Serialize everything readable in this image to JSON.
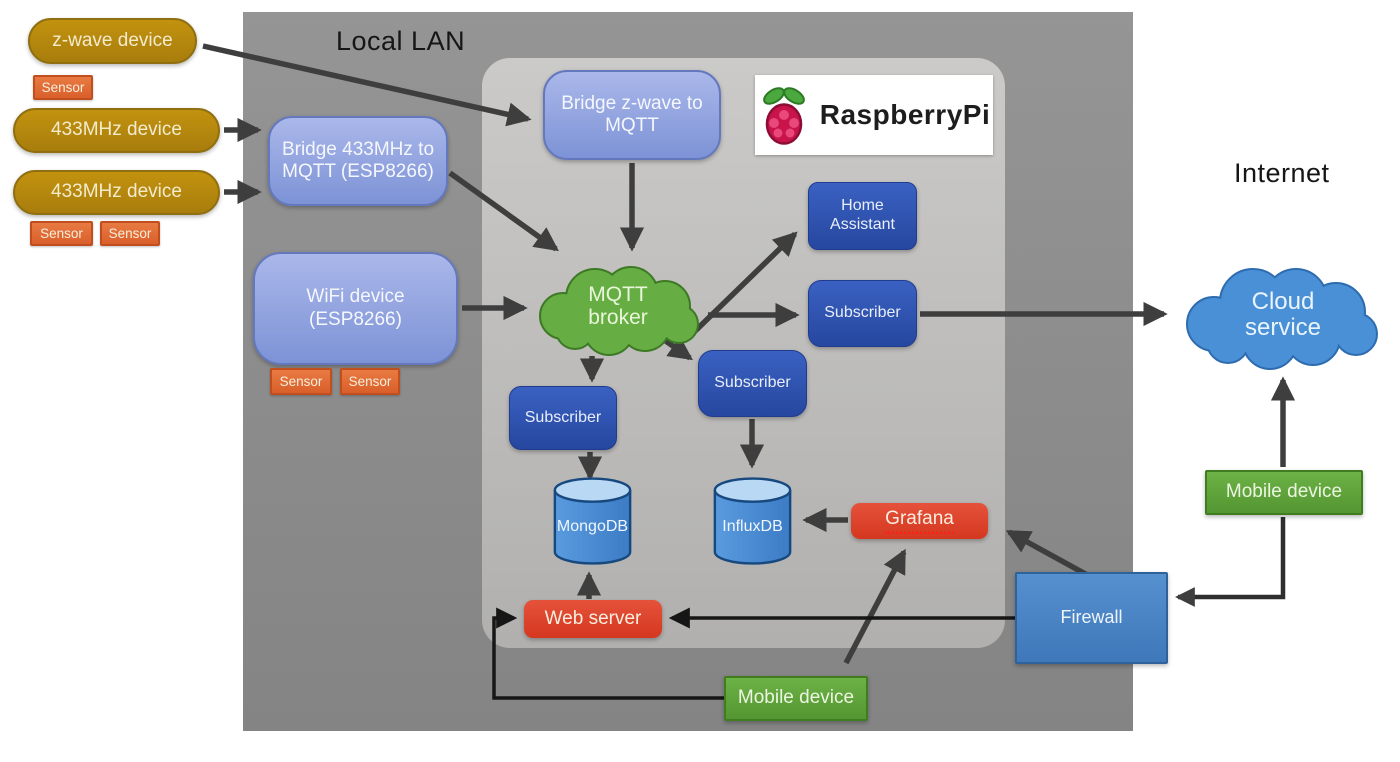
{
  "labels": {
    "local_lan": "Local LAN",
    "internet": "Internet"
  },
  "nodes": {
    "zwave_device": "z-wave device",
    "sensor_badge": "Sensor",
    "mhz433_device": "433MHz device",
    "bridge_433": "Bridge 433MHz to\nMQTT (ESP8266)",
    "wifi_device": "WiFi device\n(ESP8266)",
    "bridge_zwave": "Bridge z-wave to\nMQTT",
    "raspberry_pi": "RaspberryPi",
    "home_assistant": "Home\nAssistant",
    "mqtt_broker": "MQTT\nbroker",
    "subscriber": "Subscriber",
    "mongodb": "MongoDB",
    "influxdb": "InfluxDB",
    "grafana": "Grafana",
    "web_server": "Web server",
    "mobile_device": "Mobile device",
    "firewall": "Firewall",
    "cloud_service": "Cloud\nservice"
  },
  "colors": {
    "lan_zone": "#8d8d8d",
    "pi_zone": "#c0bfbd",
    "device_pill": "#b5860d",
    "sensor_badge": "#e2703a",
    "bridge_box": "#8ba0dd",
    "dark_blue_box": "#2c52b0",
    "mqtt_cloud": "#66ae43",
    "cloud_service": "#4a90d6",
    "red_box": "#de402d",
    "green_box": "#5fa63b",
    "firewall_box": "#4d88c9",
    "cylinder_body": "#4a90d9",
    "cylinder_top": "#b8d8f4",
    "arrow_gray": "#3e3e3e",
    "line_black": "#161616"
  },
  "edges": [
    {
      "from": "z-wave device",
      "to": "Bridge z-wave to MQTT"
    },
    {
      "from": "433MHz device (1)",
      "to": "Bridge 433MHz to MQTT (ESP8266)"
    },
    {
      "from": "433MHz device (2)",
      "to": "Bridge 433MHz to MQTT (ESP8266)"
    },
    {
      "from": "Bridge 433MHz to MQTT (ESP8266)",
      "to": "MQTT broker"
    },
    {
      "from": "Bridge z-wave to MQTT",
      "to": "MQTT broker"
    },
    {
      "from": "WiFi device (ESP8266)",
      "to": "MQTT broker"
    },
    {
      "from": "MQTT broker",
      "to": "Home Assistant"
    },
    {
      "from": "MQTT broker",
      "to": "Subscriber (right)"
    },
    {
      "from": "MQTT broker",
      "to": "Subscriber (middle)"
    },
    {
      "from": "MQTT broker",
      "to": "Subscriber (left)"
    },
    {
      "from": "Subscriber (left)",
      "to": "MongoDB"
    },
    {
      "from": "Subscriber (middle)",
      "to": "InfluxDB"
    },
    {
      "from": "Subscriber (right)",
      "to": "Cloud service"
    },
    {
      "from": "Grafana",
      "to": "InfluxDB"
    },
    {
      "from": "Web server",
      "to": "MongoDB"
    },
    {
      "from": "Firewall",
      "to": "Web server"
    },
    {
      "from": "Firewall",
      "to": "Grafana"
    },
    {
      "from": "Mobile device (bottom)",
      "to": "Web server"
    },
    {
      "from": "Mobile device (bottom)",
      "to": "Grafana"
    },
    {
      "from": "Mobile device (right)",
      "to": "Cloud service"
    },
    {
      "from": "Mobile device (right)",
      "to": "Firewall"
    }
  ]
}
